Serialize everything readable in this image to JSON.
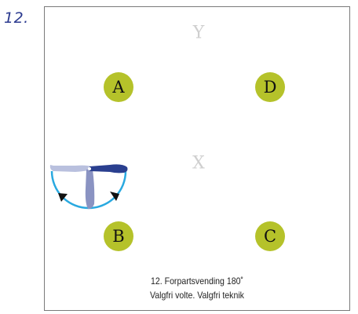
{
  "exercise": {
    "number": "12.",
    "title": "12. Forpartsvending 180˚",
    "description": "Valgfri volte. Valgfri teknik"
  },
  "arena": {
    "letters": [
      "Y",
      "X"
    ],
    "markers": [
      "A",
      "D",
      "B",
      "C"
    ]
  },
  "colors": {
    "marker_fill": "#b5c22a",
    "path_color": "#29a9e0",
    "horse_light": "#b9c0de",
    "horse_dark": "#2a3f8f",
    "horse_mid": "#8a93c2",
    "arrow": "#111111"
  }
}
